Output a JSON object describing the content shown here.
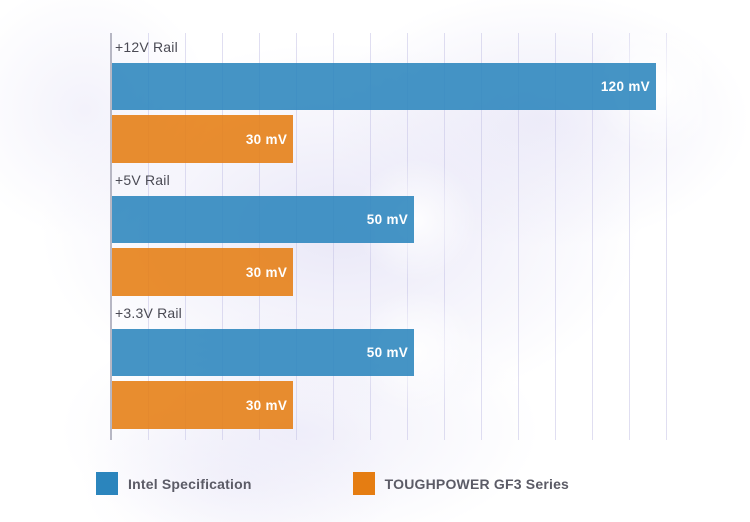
{
  "page": {
    "background": "#ffffff"
  },
  "colors": {
    "intel_blue": "#2b85bd",
    "toughpower_orange": "#e57d12",
    "bar_value_text": "#ffffff",
    "category_label_text": "#4a4a54",
    "legend_text": "#5b5b66",
    "gridline": "#c6c4e6",
    "axis_line": "#b7b7c4"
  },
  "chart_data": {
    "type": "bar",
    "orientation": "horizontal",
    "title": "",
    "unit": "mV",
    "categories": [
      "+12V Rail",
      "+5V Rail",
      "+3.3V Rail"
    ],
    "series": [
      {
        "name": "Intel Specification",
        "color": "#2b85bd",
        "values": [
          120,
          50,
          50
        ],
        "labels": [
          "120 mV",
          "50 mV",
          "50 mV"
        ],
        "bar_width_pct": [
          92.2,
          51.2,
          51.2
        ]
      },
      {
        "name": "TOUGHPOWER GF3 Series",
        "color": "#e57d12",
        "values": [
          30,
          30,
          30
        ],
        "labels": [
          "30 mV",
          "30 mV",
          "30 mV"
        ],
        "bar_width_pct": [
          30.7,
          30.7,
          30.7
        ]
      }
    ],
    "x_axis": {
      "min": 0,
      "tick_labels_visible": false,
      "gridline_count": 16,
      "grid": true
    },
    "value_labels_inside_bars": true,
    "legend_position": "bottom"
  }
}
